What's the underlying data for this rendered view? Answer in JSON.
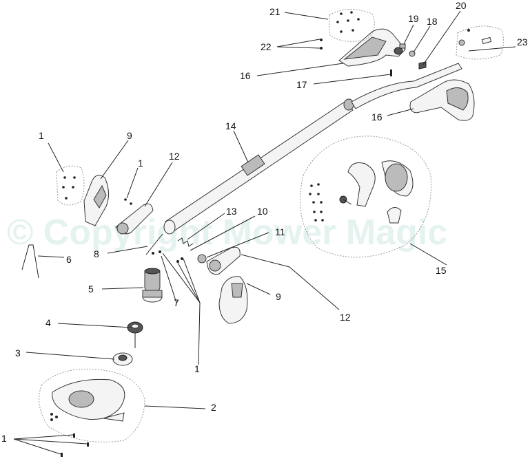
{
  "watermark": "© Copyright Mower Magic",
  "callouts": {
    "c1a": "1",
    "c1b": "1",
    "c1c": "1",
    "c1d": "1",
    "c2": "2",
    "c3": "3",
    "c4": "4",
    "c5": "5",
    "c6": "6",
    "c7": "7",
    "c8": "8",
    "c9a": "9",
    "c9b": "9",
    "c10": "10",
    "c11": "11",
    "c12a": "12",
    "c12b": "12",
    "c13": "13",
    "c14": "14",
    "c15": "15",
    "c16a": "16",
    "c16b": "16",
    "c17": "17",
    "c18": "18",
    "c19": "19",
    "c20": "20",
    "c21": "21",
    "c22": "22",
    "c23": "23"
  }
}
